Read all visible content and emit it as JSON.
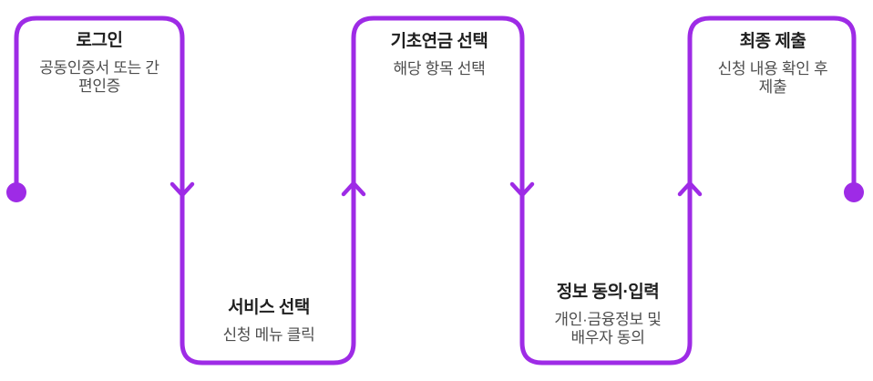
{
  "diagram": {
    "type": "process-flow-snake",
    "line_color": "#9e2be6",
    "title_color": "#1f1f1f",
    "subtitle_color": "#4d4d4d",
    "background_color": "#ffffff",
    "steps": [
      {
        "id": "login",
        "title": "로그인",
        "subtitle_lines": [
          "공동인증서 또는 간",
          "편인증"
        ],
        "position": "top"
      },
      {
        "id": "service-select",
        "title": "서비스 선택",
        "subtitle_lines": [
          "신청 메뉴 클릭"
        ],
        "position": "bottom"
      },
      {
        "id": "basic-pension-select",
        "title": "기초연금 선택",
        "subtitle_lines": [
          "해당 항목 선택"
        ],
        "position": "top"
      },
      {
        "id": "info-consent-input",
        "title": "정보 동의·입력",
        "subtitle_lines": [
          "개인·금융정보 및",
          "배우자 동의"
        ],
        "position": "bottom"
      },
      {
        "id": "final-submit",
        "title": "최종 제출",
        "subtitle_lines": [
          "신청 내용 확인 후",
          "제출"
        ],
        "position": "top"
      }
    ]
  }
}
